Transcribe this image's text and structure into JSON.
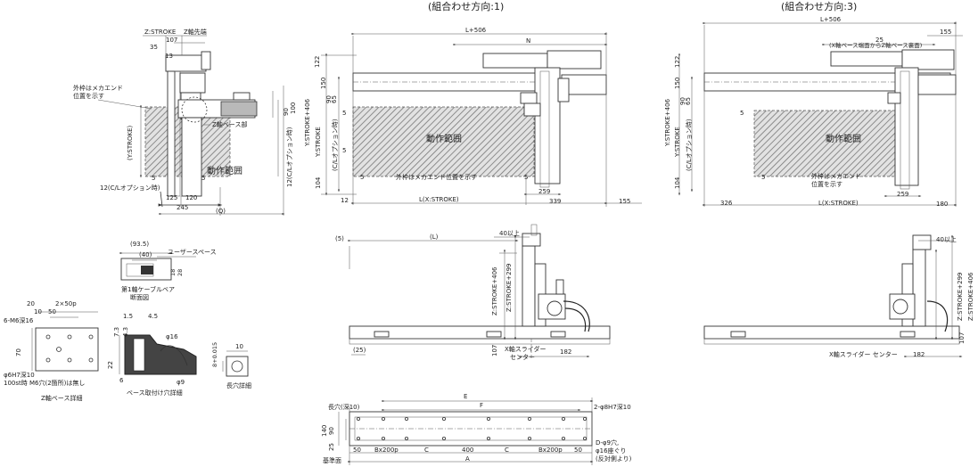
{
  "views": {
    "dir1_title": "(組合わせ方向:1)",
    "dir3_title": "(組合わせ方向:3)"
  },
  "zview": {
    "z_stroke": "Z:STROKE",
    "z_tip": "Z軸先端",
    "d107": "107",
    "d35": "35",
    "d13": "13",
    "frame_note_1": "外枠はメカエンド",
    "frame_note_2": "位置を示す",
    "y_stroke": "(Y:STROKE)",
    "z_base": "Z軸ベース部",
    "motion_range": "動作範囲",
    "d90": "90",
    "d100": "100",
    "opt12": "12(C/Lオプション時)",
    "d5a": "5",
    "d5b": "5",
    "d125": "125",
    "d120": "120",
    "d245": "245",
    "q": "(Q)"
  },
  "top1": {
    "l506": "L+506",
    "n": "N",
    "d122": "122",
    "d150": "150",
    "d90": "90",
    "d65": "65",
    "y_stroke_406": "Y:STROKE+406",
    "y_stroke": "Y:STROKE",
    "cl_opt": "(C/Lオプション時)",
    "d104": "104",
    "d5a": "5",
    "d5b": "5",
    "d5c": "5",
    "d5d": "5",
    "range": "動作範囲",
    "frame_note": "外枠はメカエンド位置を示す",
    "d12": "12",
    "lx": "L(X:STROKE)",
    "d259": "259",
    "d339": "339",
    "d155": "155"
  },
  "top3": {
    "l506": "L+506",
    "d155": "155",
    "d25": "25",
    "x_note": "(X軸ベース端面からZ軸ベース裏面)",
    "d122": "122",
    "d150": "150",
    "d90": "90",
    "d65": "65",
    "y_stroke_406": "Y:STROKE+406",
    "y_stroke": "Y:STROKE",
    "cl_opt": "(C/Lオプション時)",
    "d104": "104",
    "d5a": "5",
    "d5b": "5",
    "range": "動作範囲",
    "frame_note_1": "外枠はメカエンド",
    "frame_note_2": "位置を示す",
    "d326": "326",
    "lx": "L(X:STROKE)",
    "d259": "259",
    "d180": "180"
  },
  "cable": {
    "d93_5": "(93.5)",
    "d40": "(40)",
    "user_space": "ユーザースペース",
    "d18": "18",
    "d28": "28",
    "caption_1": "第1軸ケーブルベア",
    "caption_2": "断面図"
  },
  "front1": {
    "d5": "(5)",
    "l": "(L)",
    "over40": "40以上",
    "z_stroke_406": "Z:STROKE+406",
    "z_stroke_299": "Z:STROKE+299",
    "d25": "(25)",
    "d107": "107",
    "slider_1": "X軸スライダー",
    "slider_2": "センター",
    "d182": "182"
  },
  "front3": {
    "over40": "40以上",
    "z_stroke_299": "Z:STROKE+299",
    "z_stroke_406": "Z:STROKE+406",
    "d107": "107",
    "slider": "X軸スライダー センター",
    "d182": "182"
  },
  "zbase": {
    "d20": "20",
    "d2x50p": "2×50p",
    "d10": "10",
    "d50": "50",
    "m6": "6-M6深16",
    "d70": "70",
    "phi6": "φ6H7深10",
    "note100": "100st時 M6穴(2箇所)は無し",
    "caption": "Z軸ベース詳細"
  },
  "hole": {
    "d1_5": "1.5",
    "d4_5": "4.5",
    "d7_3": "7.3",
    "d4_3": "4.3",
    "phi16": "φ16",
    "d22": "22",
    "d6": "6",
    "phi9": "φ9",
    "caption": "ベース取付け穴詳細"
  },
  "slot": {
    "d8": "8+0.015",
    "d10": "10",
    "caption": "長穴詳細"
  },
  "bottom": {
    "e": "E",
    "f": "F",
    "slot": "長穴(深10)",
    "pin": "2-φ8H7深10",
    "d140": "140",
    "d90": "90",
    "d25": "25",
    "d50a": "50",
    "b200a": "Bx200p",
    "c1": "C",
    "d400": "400",
    "c2": "C",
    "b200b": "Bx200p",
    "d50b": "50",
    "a": "A",
    "datum": "基準面",
    "d_note_1": "D-φ9穴,",
    "d_note_2": "φ16座ぐり",
    "d_note_3": "(反対側より)"
  }
}
